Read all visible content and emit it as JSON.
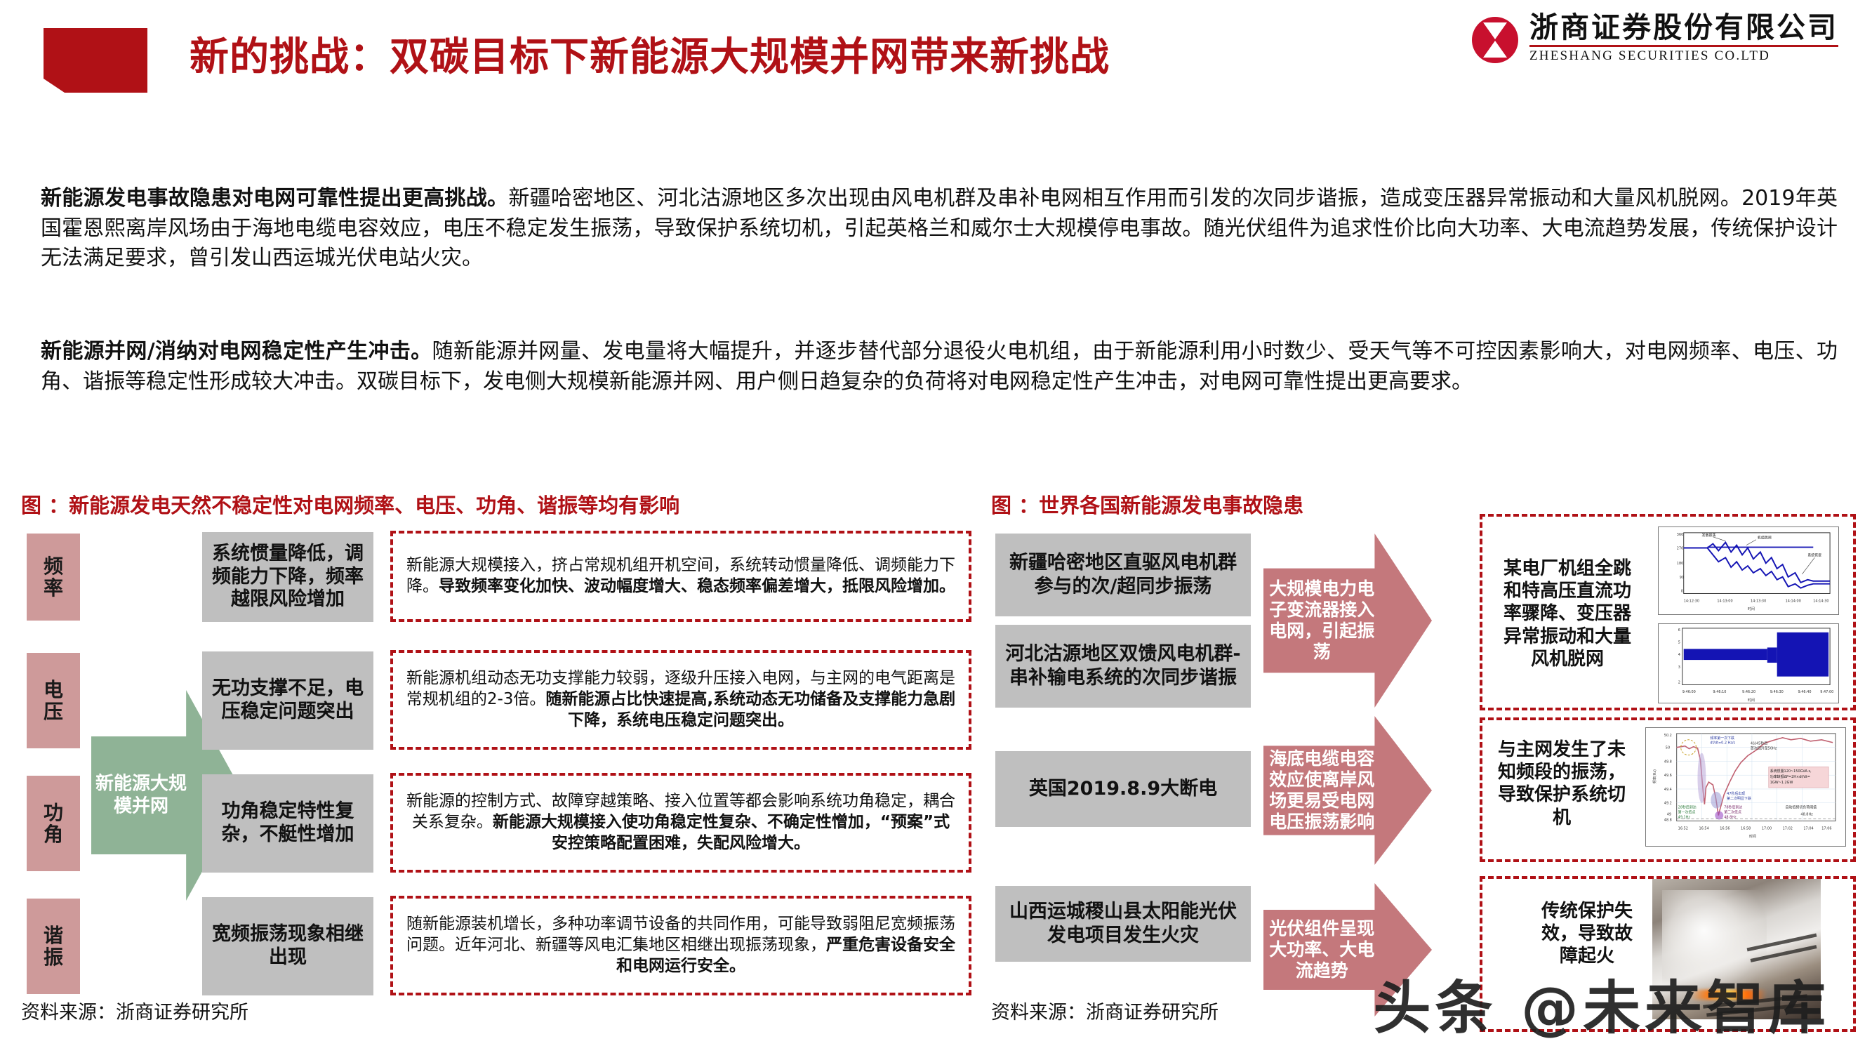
{
  "header": {
    "title": "新的挑战：双碳目标下新能源大规模并网带来新挑战",
    "logo_cn": "浙商证券股份有限公司",
    "logo_en": "ZHESHANG SECURITIES CO.LTD",
    "accent_red": "#B01116",
    "logo_red": "#C8102E"
  },
  "body": {
    "paragraph1_lead": "新能源发电事故隐患对电网可靠性提出更高挑战。",
    "paragraph1_rest": "新疆哈密地区、河北沽源地区多次出现由风电机群及串补电网相互作用而引发的次同步谐振，造成变压器异常振动和大量风机脱网。2019年英国霍恩熙离岸风场由于海地电缆电容效应，电压不稳定发生振荡，导致保护系统切机，引起英格兰和威尔士大规模停电事故。随光伏组件为追求性价比向大功率、大电流趋势发展，传统保护设计无法满足要求，曾引发山西运城光伏电站火灾。",
    "paragraph2_lead": "新能源并网/消纳对电网稳定性产生冲击。",
    "paragraph2_rest": "随新能源并网量、发电量将大幅提升，并逐步替代部分退役火电机组，由于新能源利用小时数少、受天气等不可控因素影响大，对电网频率、电压、功角、谐振等稳定性形成较大冲击。双碳目标下，发电侧大规模新能源并网、用户侧日趋复杂的负荷将对电网稳定性产生冲击，对电网可靠性提出更高要求。"
  },
  "left_figure": {
    "title": "图 ：新能源发电天然不稳定性对电网频率、电压、功角、谐振等均有影响",
    "hub_label": "新能源大规模并网",
    "hub_color": "#8FB396",
    "category_color": "#CE9A9A",
    "box_color": "#BFBFBF",
    "rows": [
      {
        "category": "频率",
        "effect": "系统惯量降低，调频能力下降，频率越限风险增加",
        "detail_normal": "新能源大规模接入，挤占常规机组开机空间，系统转动惯量降低、调频能力下降。",
        "detail_bold": "导致频率变化加快、波动幅度增大、稳态频率偏差增大，抵限风险增加。"
      },
      {
        "category": "电压",
        "effect": "无功支撑不足，电压稳定问题突出",
        "detail_normal": "新能源机组动态无功支撑能力较弱，逐级升压接入电网，与主网的电气距离是常规机组的2-3倍。",
        "detail_bold": "随新能源占比快速提高,系统动态无功储备及支撑能力急剧下降，系统电压稳定问题突出。"
      },
      {
        "category": "功角",
        "effect": "功角稳定特性复杂，不艇性增加",
        "detail_normal": "新能源的控制方式、故障穿越策略、接入位置等都会影响系统功角稳定，耦合关系复杂。",
        "detail_bold": "新能源大规模接入使功角稳定性复杂、不确定性憎加，“预案”式安控策略配置困难，失配风险增大。"
      },
      {
        "category": "谐振",
        "effect": "宽频振荡现象相继出现",
        "detail_normal": "随新能源装机增长，多种功率调节设备的共同作用，可能导致弱阻尼宽频振荡问题。近年河北、新疆等风电汇集地区相继出现振荡现象，",
        "detail_bold": "严重危害设备安全和电网运行安全。"
      }
    ],
    "source": "资料来源：浙商证券研究所"
  },
  "right_figure": {
    "title": "图 ：世界各国新能源发电事故隐患",
    "arrow_color": "#C4787C",
    "box_color": "#BFBFBF",
    "groups": [
      {
        "cases": [
          "新疆哈密地区直驱风电机群参与的次/超同步振荡",
          "河北沽源地区双馈风电机群-串补输电系统的次同步谐振"
        ],
        "cause": "大规模电力电子变流器接入电网，引起振荡",
        "outcome": "某电厂机组全跳和特高压直流功率骤降、变压器异常振动和大量风机脱网",
        "visual": "waveform-charts"
      },
      {
        "cases": [
          "英国2019.8.9大断电"
        ],
        "cause": "海底电缆电容效应使离岸风场更易受电网电压振荡影响",
        "outcome": "与主网发生了未知频段的振荡，导致保护系统切机",
        "visual": "frequency-chart"
      },
      {
        "cases": [
          "山西运城稷山县太阳能光伏发电项目发生火灾"
        ],
        "cause": "光伏组件呈现大功率、大电流趋势",
        "outcome": "传统保护失效，导致故障起火",
        "visual": "fire-photo"
      }
    ],
    "source": "资料来源：浙商证券研究所"
  },
  "watermark": "头条 @未来智库"
}
